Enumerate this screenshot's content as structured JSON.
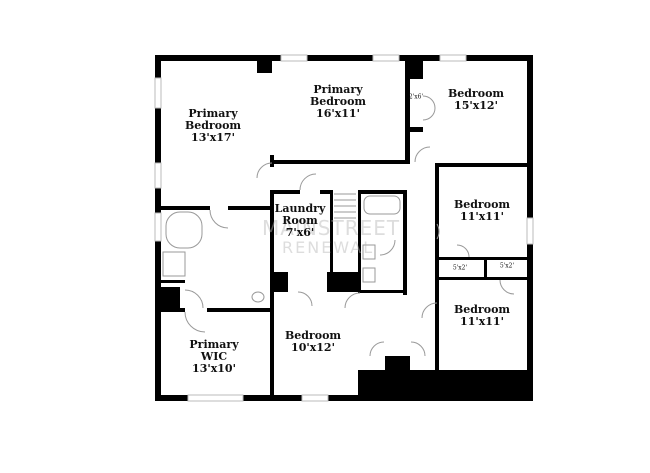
{
  "rooms": {
    "primary_bedroom_left": {
      "name1": "Primary",
      "name2": "Bedroom",
      "size": "13'x17'"
    },
    "primary_bedroom_top": {
      "name1": "Primary",
      "name2": "Bedroom",
      "size": "16'x11'"
    },
    "bedroom_ne": {
      "name": "Bedroom",
      "size": "15'x12'"
    },
    "closet_ne": {
      "size": "2'x6'"
    },
    "bedroom_e1": {
      "name": "Bedroom",
      "size": "11'x11'"
    },
    "closet_a": {
      "size": "5'x2'"
    },
    "closet_b": {
      "size": "5'x2'"
    },
    "bedroom_e2": {
      "name": "Bedroom",
      "size": "11'x11'"
    },
    "laundry": {
      "name1": "Laundry",
      "name2": "Room",
      "size": "7'x6'"
    },
    "bedroom_s": {
      "name": "Bedroom",
      "size": "10'x12'"
    },
    "primary_wic": {
      "name1": "Primary",
      "name2": "WIC",
      "size": "13'x10'"
    }
  },
  "watermark": {
    "line1": "MAINSTREET",
    "line2": "RENEWAL"
  },
  "colors": {
    "wall": "#000000",
    "window": "#d8d8d8",
    "fixture": "#999999"
  }
}
